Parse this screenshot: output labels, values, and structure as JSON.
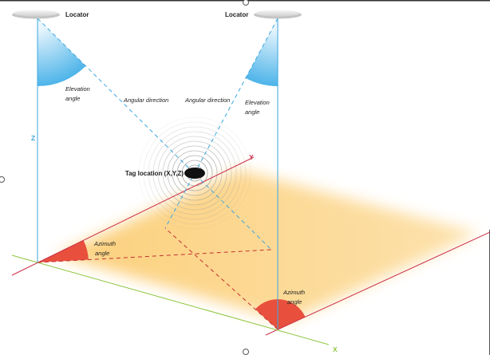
{
  "diagram": {
    "locator_left": "Locator",
    "locator_right": "Locator",
    "elevation_left": [
      "Elevation",
      "angle"
    ],
    "elevation_right": [
      "Elevation",
      "angle"
    ],
    "angular_direction_left": "Angular direction",
    "angular_direction_right": "Angular direction",
    "tag_location": "Tag location (X,Y,Z)",
    "azimuth_left": [
      "Azimuth",
      "angle"
    ],
    "azimuth_right": [
      "Azimuth",
      "angle"
    ],
    "axis_x": "X",
    "axis_y": "Y",
    "axis_z": "Z"
  },
  "colors": {
    "locator_line": "#3ba7de",
    "elevation_fill": "#4db4e9",
    "azimuth_fill": "#e8503d",
    "azimuth_line": "#c4302f",
    "y_axis": "#cc2f4b",
    "x_axis": "#8dc63f",
    "floor": "#fcd07c",
    "tag": "#111111"
  }
}
